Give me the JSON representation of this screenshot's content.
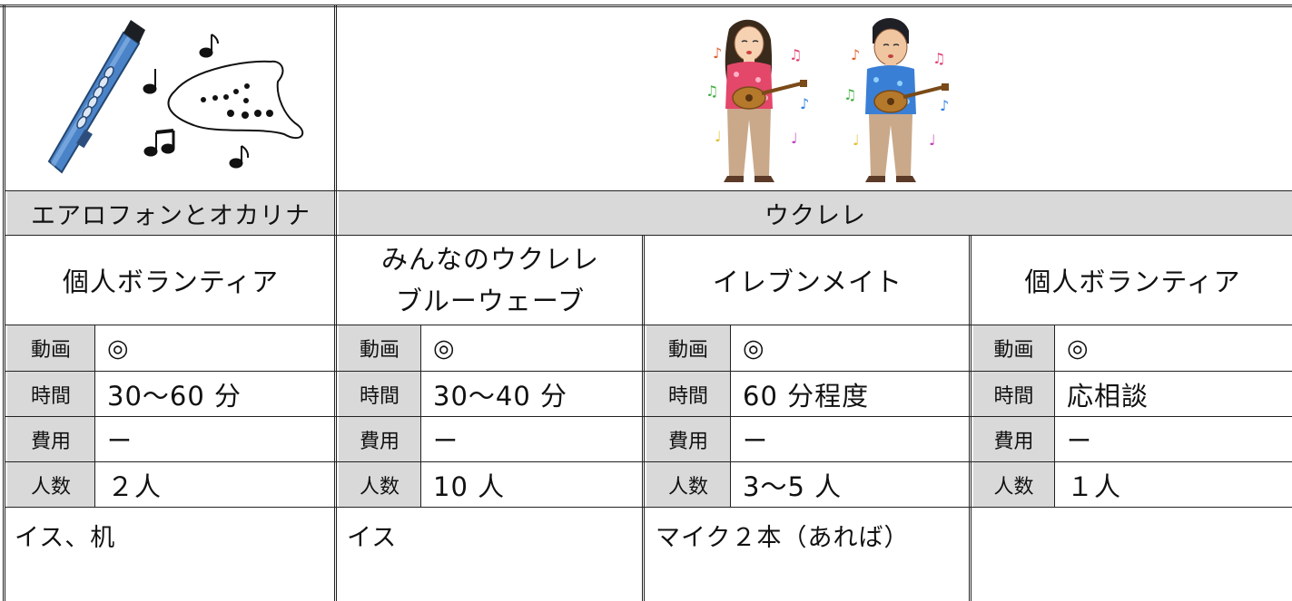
{
  "header": {
    "left_title": "エアロフォンとオカリナ",
    "right_title": "ウクレレ"
  },
  "groups": [
    {
      "name": "個人ボランティア",
      "rows": [
        {
          "label": "動画",
          "value": "◎"
        },
        {
          "label": "時間",
          "value": "30〜60 分"
        },
        {
          "label": "費用",
          "value": "ー"
        },
        {
          "label": "人数",
          "value": "２人"
        }
      ],
      "note": "イス、机"
    },
    {
      "name_line1": "みんなのウクレレ",
      "name_line2": "ブルーウェーブ",
      "rows": [
        {
          "label": "動画",
          "value": "◎"
        },
        {
          "label": "時間",
          "value": "30〜40 分"
        },
        {
          "label": "費用",
          "value": "ー"
        },
        {
          "label": "人数",
          "value": "10 人"
        }
      ],
      "note": "イス"
    },
    {
      "name": "イレブンメイト",
      "rows": [
        {
          "label": "動画",
          "value": "◎"
        },
        {
          "label": "時間",
          "value": "60 分程度"
        },
        {
          "label": "費用",
          "value": "ー"
        },
        {
          "label": "人数",
          "value": "3〜5 人"
        }
      ],
      "note": "マイク２本（あれば）"
    },
    {
      "name": "個人ボランティア",
      "rows": [
        {
          "label": "動画",
          "value": "◎"
        },
        {
          "label": "時間",
          "value": "応相談"
        },
        {
          "label": "費用",
          "value": "ー"
        },
        {
          "label": "人数",
          "value": "１人"
        }
      ],
      "note": ""
    }
  ],
  "illustrations": {
    "left": "aerophone-ocarina-illustration",
    "right": "ukulele-players-illustration"
  },
  "colors": {
    "header_gray": "#d9d9d9",
    "border": "#222222"
  }
}
